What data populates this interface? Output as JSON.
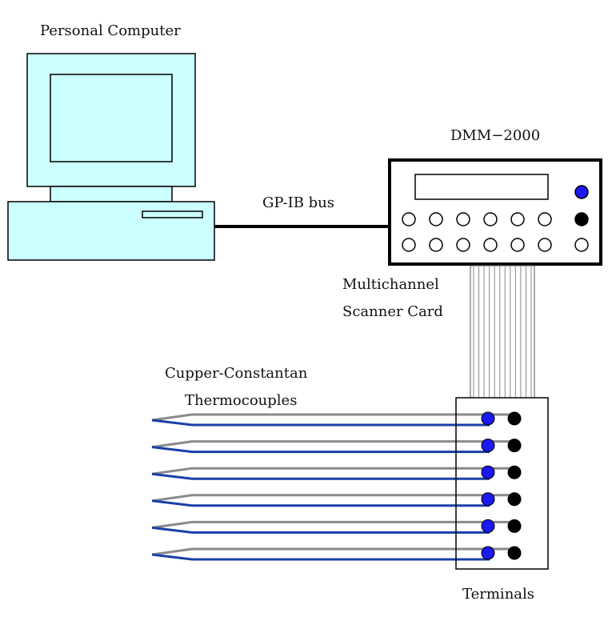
{
  "labels": {
    "personal_computer": "Personal Computer",
    "dmm": "DMM−2000",
    "gpib_bus": "GP-IB bus",
    "scanner_line1": "Multichannel",
    "scanner_line2": "Scanner Card",
    "thermo_line1": "Cupper-Constantan",
    "thermo_line2": "Thermocouples",
    "terminals": "Terminals"
  },
  "colors": {
    "monitor_fill": "#ccffff",
    "outline": "#000000",
    "blue_wire": "#1a3fa8",
    "gray_wire": "#8a8a8a",
    "blue_terminal": "#1a1aee",
    "black_terminal": "#000000"
  },
  "dmm_panel": {
    "button_rows": 2,
    "buttons_per_row": 6,
    "side_indicators": [
      "blue-filled",
      "black-filled",
      "white-open"
    ]
  },
  "scanner_cable": {
    "stripe_count": 12
  },
  "thermocouples": {
    "count": 6
  }
}
